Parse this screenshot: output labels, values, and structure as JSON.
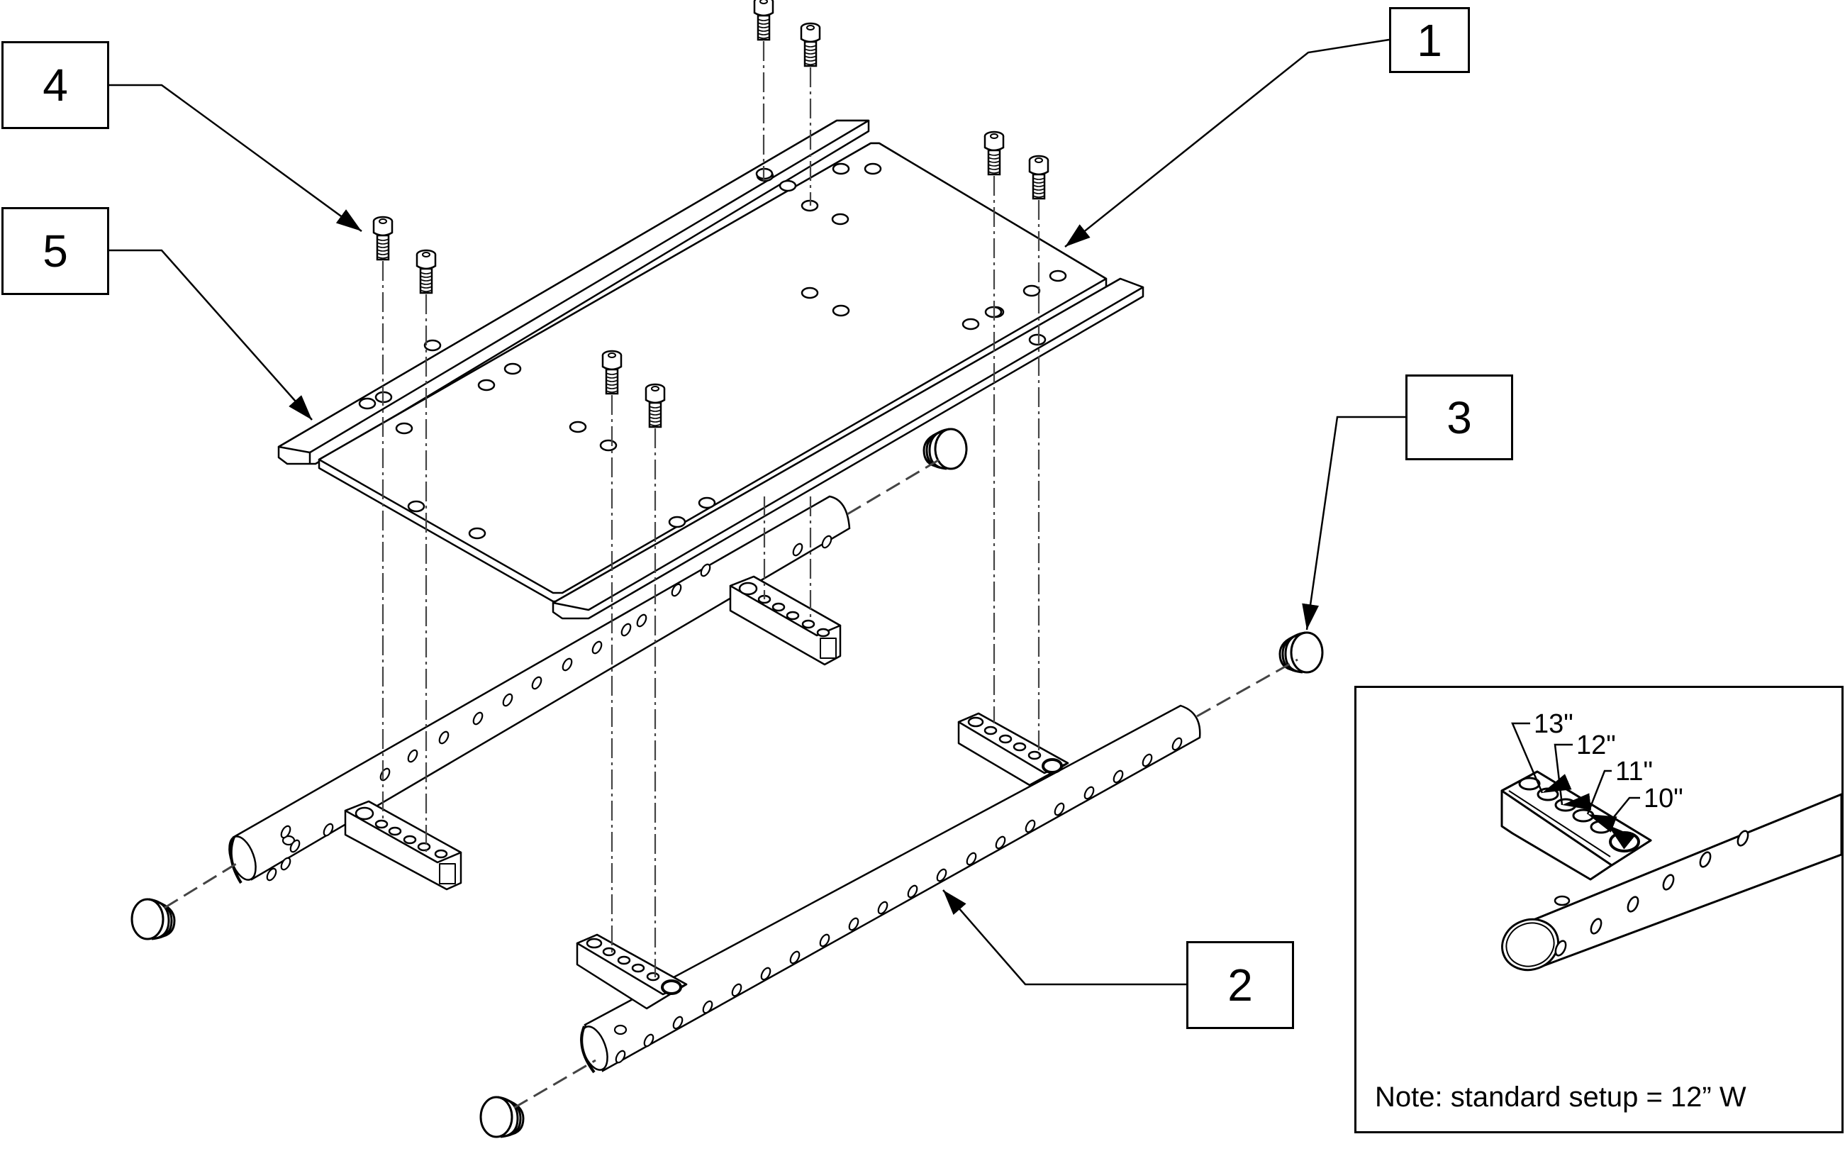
{
  "diagram": {
    "type": "exploded-assembly-parts-diagram",
    "colors": {
      "line": "#000000",
      "background": "#ffffff",
      "centerline": "#444444"
    },
    "callouts": [
      {
        "number": "1",
        "part": "seat plate"
      },
      {
        "number": "2",
        "part": "perforated width-adjustment tube with mounting brackets"
      },
      {
        "number": "3",
        "part": "tube end plug"
      },
      {
        "number": "4",
        "part": "socket head cap screw"
      },
      {
        "number": "5",
        "part": "side rail strip"
      }
    ],
    "inset": {
      "width_labels": [
        "13\"",
        "12\"",
        "11\"",
        "10\""
      ],
      "note": "Note: standard setup = 12” W"
    }
  }
}
